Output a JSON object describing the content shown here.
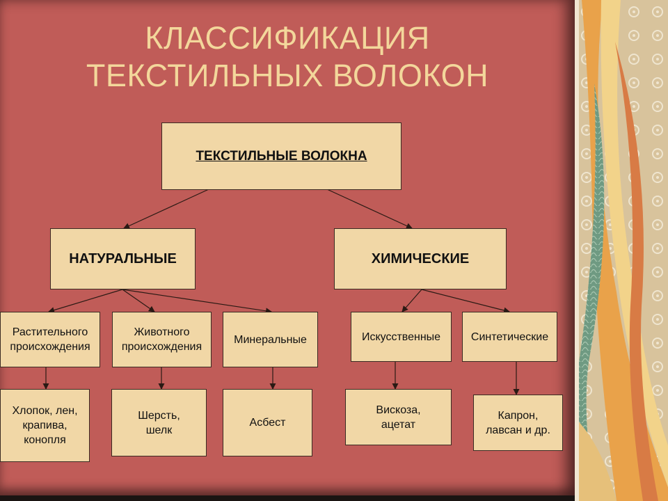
{
  "title": {
    "line1": "КЛАССИФИКАЦИЯ",
    "line2": "ТЕКСТИЛЬНЫХ ВОЛОКОН"
  },
  "diagram": {
    "root": "ТЕКСТИЛЬНЫЕ ВОЛОКНА",
    "natural": "НАТУРАЛЬНЫЕ",
    "chemical": "ХИМИЧЕСКИЕ",
    "plant": "Растительного\nпроисхождения",
    "animal": "Животного\nпроисхождения",
    "mineral": "Минеральные",
    "artificial": "Искусственные",
    "synthetic": "Синтетические",
    "plant_examples": "Хлопок, лен,\nкрапива,\nконопля",
    "animal_examples": "Шерсть,\nшелк",
    "mineral_examples": "Асбест",
    "artificial_examples": "Вискоза,\nацетат",
    "synthetic_examples": "Капрон,\nлавсан и др."
  },
  "colors": {
    "panel": "#c05c58",
    "title": "#f3d79b",
    "box_fill": "#f1d7a6",
    "box_border": "#3a2a22",
    "arrow": "#2a1a14"
  }
}
